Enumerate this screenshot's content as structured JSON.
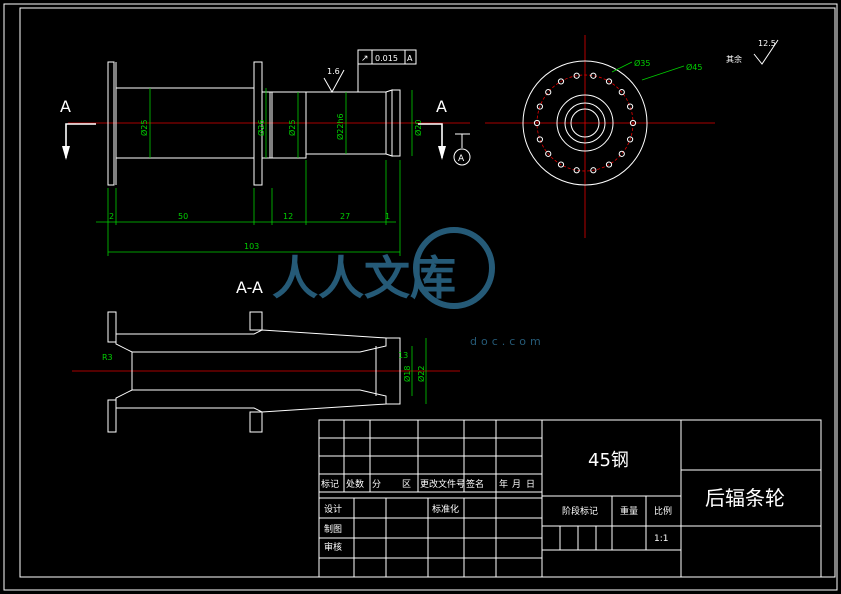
{
  "drawing": {
    "section_labels": {
      "left": "A",
      "right": "A",
      "section_title": "A-A",
      "datum_circle": "A"
    },
    "dimensions": {
      "d_35_left": "Ø35",
      "d_25": "Ø25",
      "d_25_b": "Ø25",
      "d_22h": "Ø22h6",
      "d_20": "Ø20",
      "d_26": "Ø26",
      "len_2": "2",
      "len_50": "50",
      "len_12": "12",
      "len_27": "27",
      "len_1": "1",
      "len_total": "103",
      "pcd": "Ø35",
      "outer": "Ø45",
      "r3": "R3",
      "d_18": "Ø18",
      "d_22": "Ø22",
      "d_13": "13"
    },
    "tolerance": {
      "symbol": "↗",
      "value": "0.015",
      "datum": "A"
    },
    "roughness": {
      "surface": "1.6",
      "rest_label": "其余",
      "rest_value": "12.5"
    }
  },
  "watermark": {
    "main": "人人文库",
    "sub": "doc.com"
  },
  "title_block": {
    "material": "45钢",
    "part_name": "后辐条轮",
    "header_row": [
      "标记",
      "处数",
      "分",
      "区",
      "更改文件号",
      "签名",
      "年",
      "月",
      "日"
    ],
    "design": "设计",
    "standardize": "标准化",
    "drafting": "制图",
    "review": "审核",
    "stage_mark": "阶段标记",
    "weight": "重量",
    "scale_label": "比例",
    "scale_value": "1:1"
  }
}
